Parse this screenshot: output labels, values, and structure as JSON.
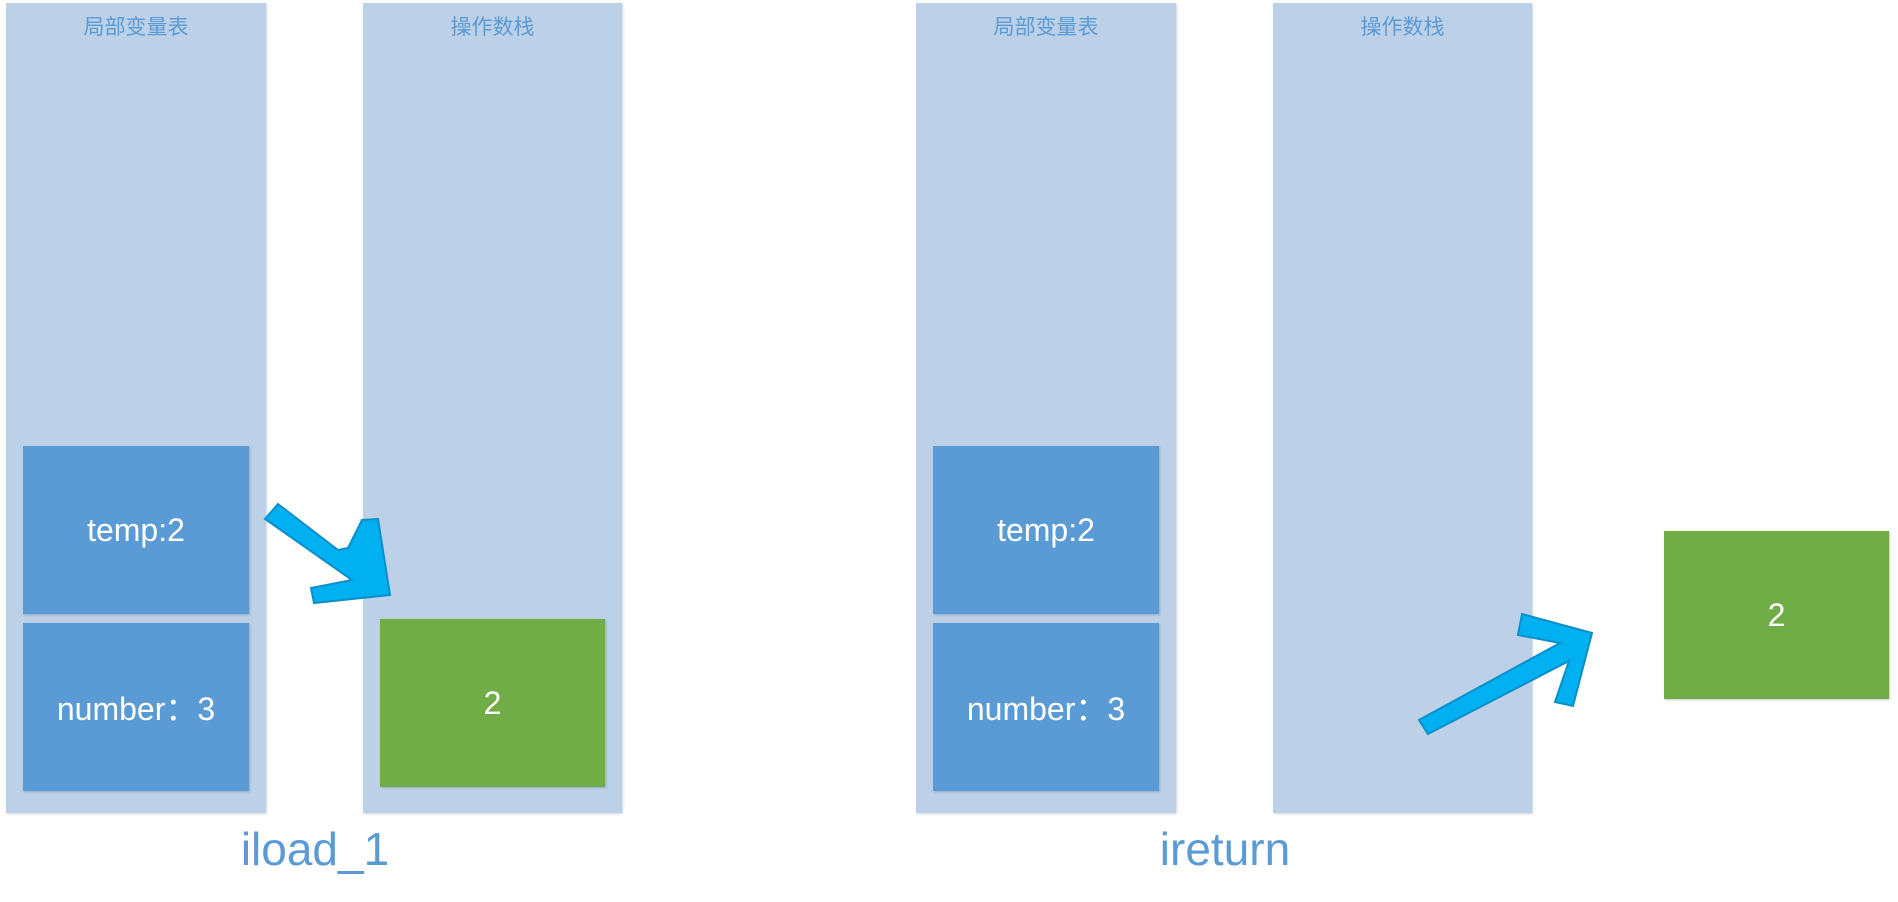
{
  "panels": [
    {
      "step_label": "iload_1",
      "local_var_table": {
        "title": "局部变量表",
        "slots": [
          "temp:2",
          "number：3"
        ]
      },
      "operand_stack": {
        "title": "操作数栈",
        "items": [
          "2"
        ]
      }
    },
    {
      "step_label": "ireturn",
      "local_var_table": {
        "title": "局部变量表",
        "slots": [
          "temp:2",
          "number：3"
        ]
      },
      "operand_stack": {
        "title": "操作数栈",
        "items": []
      },
      "returned_value": "2"
    }
  ],
  "colors": {
    "column_bg": "#bcd0e8",
    "slot_blue": "#5b9bd5",
    "value_green": "#70ad47",
    "arrow": "#00b0f0",
    "label": "#5b9bd5"
  }
}
